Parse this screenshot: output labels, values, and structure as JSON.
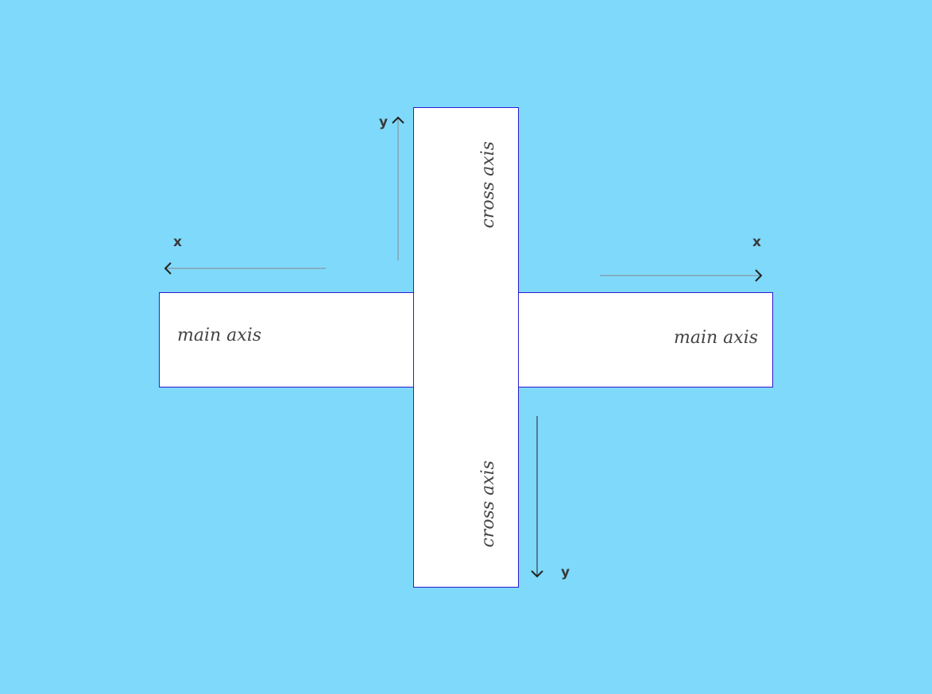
{
  "colors": {
    "background": "#7fd9fb",
    "box_fill": "#ffffff",
    "box_border": "#2b1bd0",
    "label_text": "#444444",
    "arrow_line": "#888888",
    "arrow_head": "#222222"
  },
  "labels": {
    "main_axis_left": "main axis",
    "main_axis_right": "main axis",
    "cross_axis_top": "cross axis",
    "cross_axis_bottom": "cross axis"
  },
  "axes": {
    "x_left": "x",
    "x_right": "x",
    "y_top": "y",
    "y_bottom": "y"
  }
}
